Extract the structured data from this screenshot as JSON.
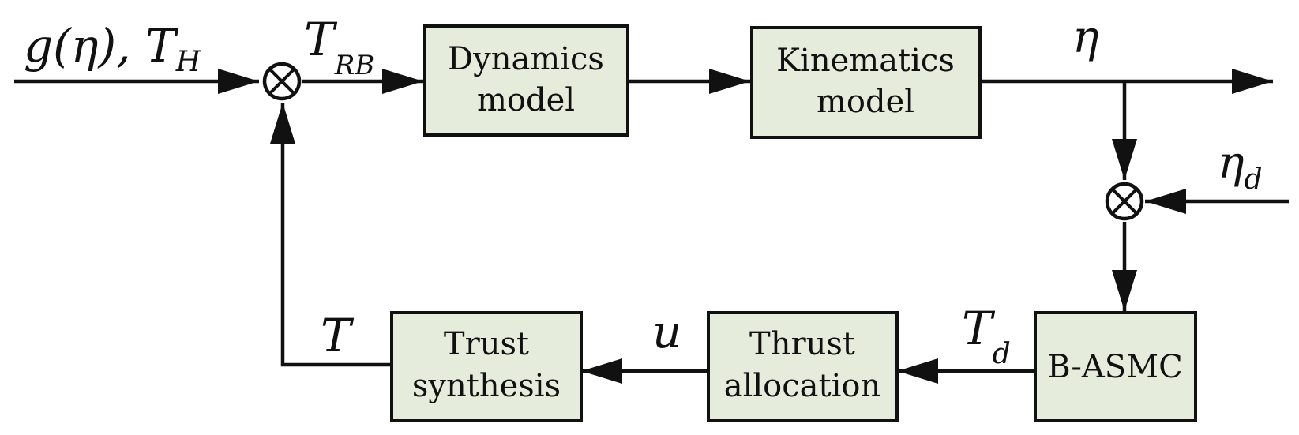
{
  "blocks": {
    "dynamics": [
      "Dynamics",
      "model"
    ],
    "kinematics": [
      "Kinematics",
      "model"
    ],
    "basmc": [
      "B-ASMC"
    ],
    "thrust_allocation": [
      "Thrust",
      "allocation"
    ],
    "trust_synthesis": [
      "Trust",
      "synthesis"
    ]
  },
  "signals": {
    "input_main": "g(η), T",
    "input_sub": "H",
    "t_rb_main": "T",
    "t_rb_sub": "RB",
    "eta": "η",
    "eta_d_main": "η",
    "eta_d_sub": "d",
    "t_d_main": "T",
    "t_d_sub": "d",
    "u": "u",
    "t": "T"
  },
  "colors": {
    "block_fill": "#e6ecdc",
    "stroke": "#111111"
  }
}
